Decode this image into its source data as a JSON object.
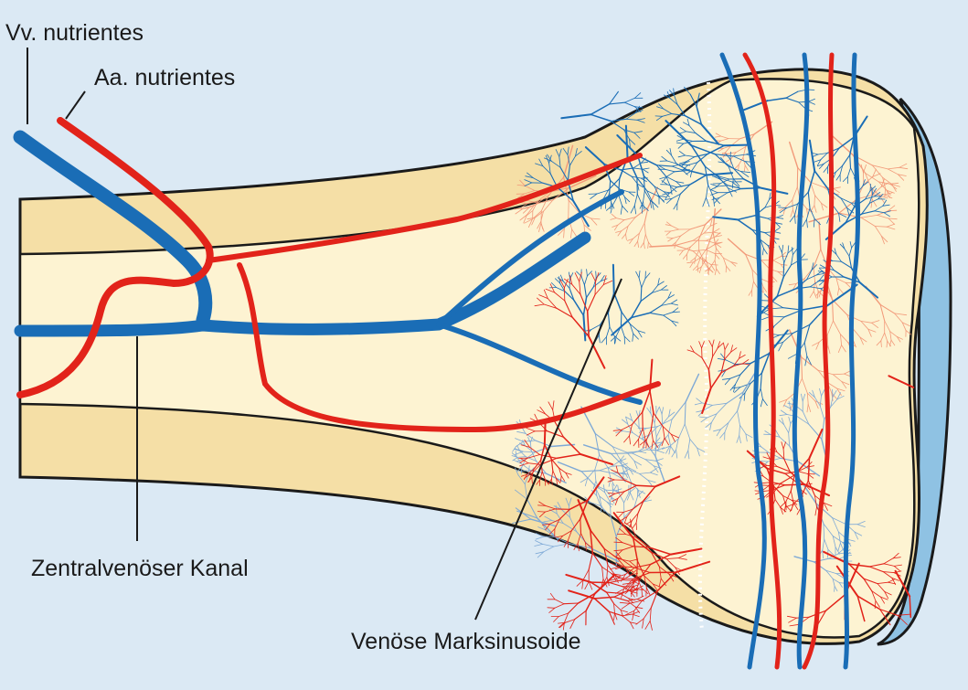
{
  "labels": {
    "vv_nutrientes": "Vv. nutrientes",
    "aa_nutrientes": "Aa. nutrientes",
    "zentralvenoeser_kanal": "Zentralvenöser Kanal",
    "venoese_marksinusoide": "Venöse Marksinusoide"
  },
  "colors": {
    "background": "#dbe9f4",
    "bone_cortex": "#f5dfa6",
    "bone_marrow": "#fdf3d2",
    "artery": "#e2231a",
    "artery_fine": "#f29a7a",
    "vein": "#1a6db6",
    "vein_fine": "#7ea9d6",
    "cartilage": "#8fc2e3",
    "outline": "#1a1a1a"
  }
}
